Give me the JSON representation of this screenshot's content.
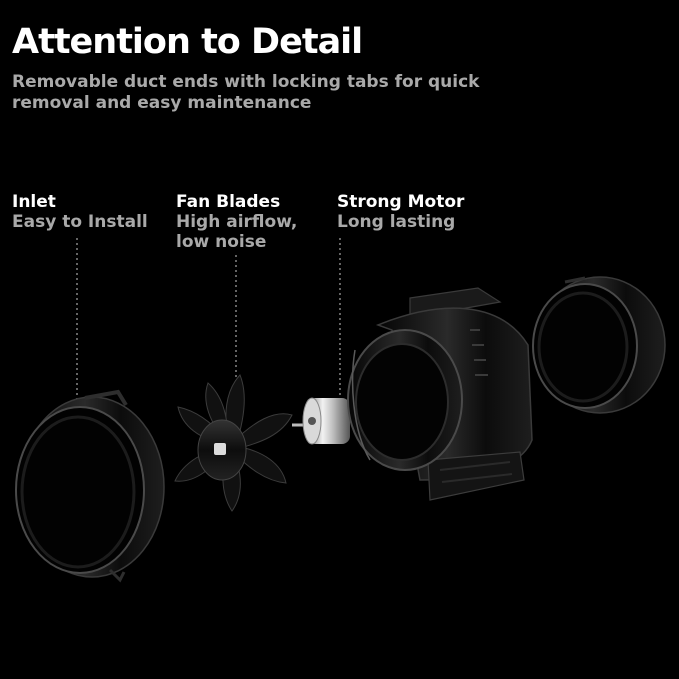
{
  "header": {
    "title": "Attention to Detail",
    "subtitle": "Removable duct ends with locking tabs for quick removal and easy maintenance"
  },
  "callouts": [
    {
      "heading": "Inlet",
      "description": "Easy to Install"
    },
    {
      "heading": "Fan Blades",
      "description": "High airflow,\nlow noise"
    },
    {
      "heading": "Strong Motor",
      "description": "Long lasting"
    }
  ],
  "colors": {
    "background": "#000000",
    "heading": "#ffffff",
    "body_text": "#a9a9a9"
  }
}
